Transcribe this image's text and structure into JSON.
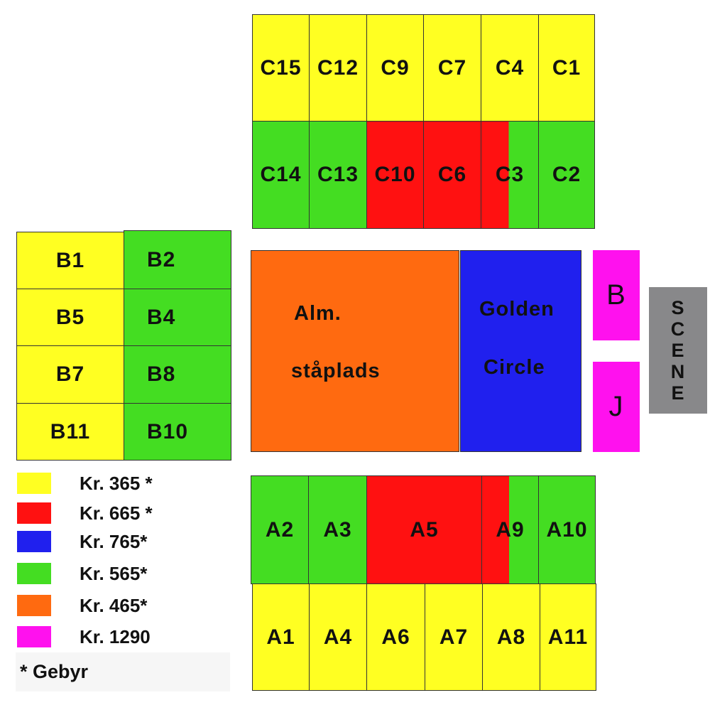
{
  "colors": {
    "yellow": "#ffff22",
    "green": "#44dd22",
    "red": "#ff1111",
    "orange": "#ff6a10",
    "blue": "#2020ee",
    "pink": "#ff11ee",
    "grey": "#88888a"
  },
  "sections_c_top": [
    "C15",
    "C12",
    "C9",
    "C7",
    "C4",
    "C1"
  ],
  "sections_c_bottom": [
    "C14",
    "C13",
    "C10",
    "C6",
    "C3",
    "C2"
  ],
  "sections_b": [
    "B1",
    "B2",
    "B5",
    "B4",
    "B7",
    "B8",
    "B11",
    "B10"
  ],
  "sections_a_top": [
    "A2",
    "A3",
    "A5",
    "A9",
    "A10"
  ],
  "sections_a_bottom": [
    "A1",
    "A4",
    "A6",
    "A7",
    "A8",
    "A11"
  ],
  "standing": {
    "line1": "Alm.",
    "line2": "ståplads"
  },
  "golden_circle": {
    "line1": "Golden",
    "line2": "Circle"
  },
  "front_left": "B",
  "front_right": "J",
  "stage": [
    "S",
    "C",
    "E",
    "N",
    "E"
  ],
  "legend": [
    {
      "color": "yellow",
      "label": "Kr. 365 *"
    },
    {
      "color": "red",
      "label": "Kr. 665 *"
    },
    {
      "color": "blue",
      "label": "Kr. 765*"
    },
    {
      "color": "green",
      "label": "Kr. 565*"
    },
    {
      "color": "orange",
      "label": "Kr. 465*"
    },
    {
      "color": "pink",
      "label": "Kr. 1290"
    }
  ],
  "footnote": "* Gebyr"
}
